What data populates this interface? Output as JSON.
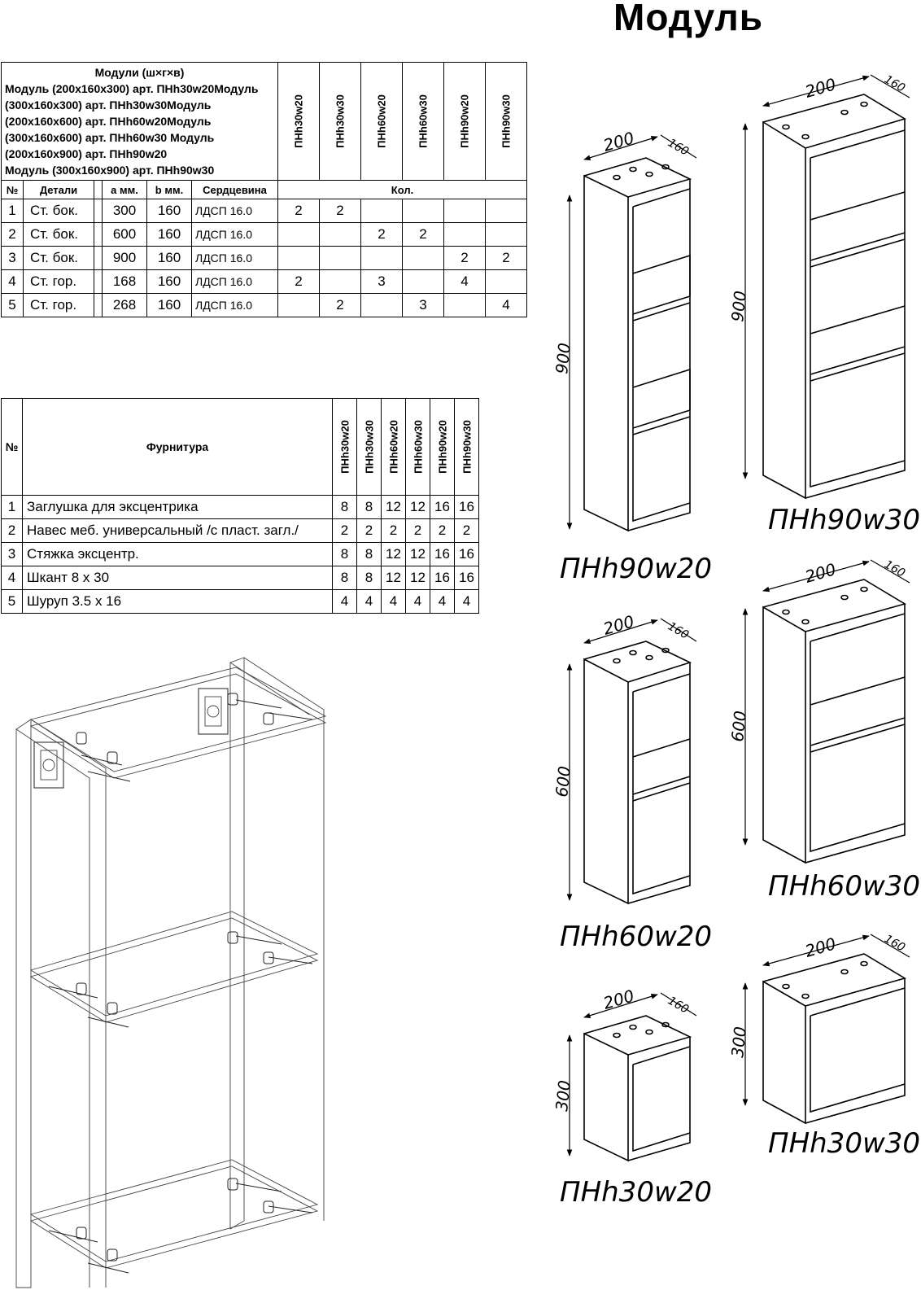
{
  "title": "Модуль",
  "parts_table": {
    "header_lines": [
      "Модули (ш×г×в)",
      "Модуль (200х160х300) арт. ПНh30w20Модуль",
      "(300х160х300) арт. ПНh30w30Модуль",
      "(200х160х600) арт. ПНh60w20Модуль",
      "(300х160х600) арт. ПНh60w30 Модуль",
      "(200х160х900) арт. ПНh90w20",
      "Модуль (300х160х900) арт. ПНh90w30"
    ],
    "modules": [
      "ПНh30w20",
      "ПНh30w30",
      "ПНh60w20",
      "ПНh60w30",
      "ПНh90w20",
      "ПНh90w30"
    ],
    "columns": {
      "no": "№",
      "detail": "Детали",
      "a": "а мм.",
      "b": "b мм.",
      "core": "Сердцевина",
      "qty": "Кол."
    },
    "rows": [
      {
        "no": "1",
        "detail": "Ст. бок.",
        "a": "300",
        "b": "160",
        "core": "ЛДСП 16.0",
        "q": [
          "2",
          "2",
          "",
          "",
          "",
          ""
        ]
      },
      {
        "no": "2",
        "detail": "Ст. бок.",
        "a": "600",
        "b": "160",
        "core": "ЛДСП 16.0",
        "q": [
          "",
          "",
          "2",
          "2",
          "",
          ""
        ]
      },
      {
        "no": "3",
        "detail": "Ст. бок.",
        "a": "900",
        "b": "160",
        "core": "ЛДСП 16.0",
        "q": [
          "",
          "",
          "",
          "",
          "2",
          "2"
        ]
      },
      {
        "no": "4",
        "detail": "Ст. гор.",
        "a": "168",
        "b": "160",
        "core": "ЛДСП 16.0",
        "q": [
          "2",
          "",
          "3",
          "",
          "4",
          ""
        ]
      },
      {
        "no": "5",
        "detail": "Ст. гор.",
        "a": "268",
        "b": "160",
        "core": "ЛДСП 16.0",
        "q": [
          "",
          "2",
          "",
          "3",
          "",
          "4"
        ]
      }
    ]
  },
  "hardware_table": {
    "columns": {
      "no": "№",
      "name": "Фурнитура"
    },
    "modules": [
      "ПНh30w20",
      "ПНh30w30",
      "ПНh60w20",
      "ПНh60w30",
      "ПНh90w20",
      "ПНh90w30"
    ],
    "rows": [
      {
        "no": "1",
        "name": "Заглушка для эксцентрика",
        "q": [
          "8",
          "8",
          "12",
          "12",
          "16",
          "16"
        ]
      },
      {
        "no": "2",
        "name": "Навес меб. универсальный /с пласт. загл./",
        "q": [
          "2",
          "2",
          "2",
          "2",
          "2",
          "2"
        ]
      },
      {
        "no": "3",
        "name": "Стяжка эксцентр.",
        "q": [
          "8",
          "8",
          "12",
          "12",
          "16",
          "16"
        ]
      },
      {
        "no": "4",
        "name": "Шкант 8 х 30",
        "q": [
          "8",
          "8",
          "12",
          "12",
          "16",
          "16"
        ]
      },
      {
        "no": "5",
        "name": "Шуруп 3.5 х 16",
        "q": [
          "4",
          "4",
          "4",
          "4",
          "4",
          "4"
        ]
      }
    ]
  },
  "drawings": {
    "width_narrow": "200",
    "depth": "160",
    "heights": [
      "900",
      "600",
      "300"
    ],
    "labels": {
      "h90w20": "ПНh90w20",
      "h90w30": "ПНh90w30",
      "h60w20": "ПНh60w20",
      "h60w30": "ПНh60w30",
      "h30w20": "ПНh30w20",
      "h30w30": "ПНh30w30"
    }
  }
}
